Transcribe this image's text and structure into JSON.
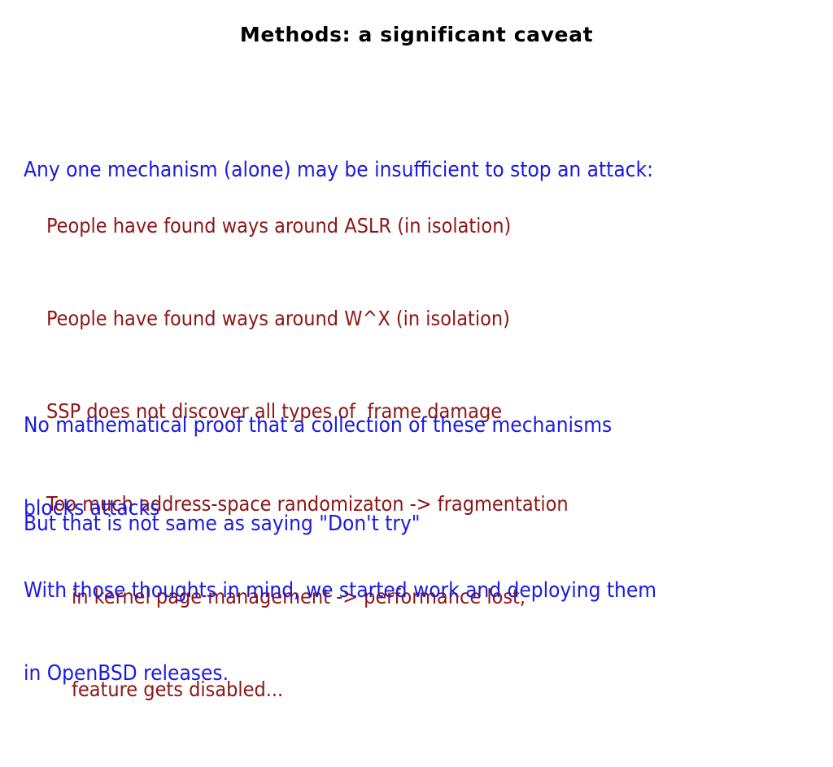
{
  "slide": {
    "title": "Methods: a significant caveat",
    "background_color": "#ffffff",
    "title_color": "#000000",
    "accent_blue": "#1a1ae2",
    "accent_red": "#8c1616",
    "intro": "Any one mechanism (alone) may be insufficient to stop an attack:",
    "caveats": [
      "People have found ways around ASLR (in isolation)",
      "People have found ways around W^X (in isolation)",
      "SSP does not discover all types of  frame damage",
      "Too much address-space randomizaton -> fragmentation",
      "in kernel page management -> performance lost,",
      "feature gets disabled..."
    ],
    "no_proof": [
      "No mathematical proof that a collection of these mechanisms",
      "blocks attacks"
    ],
    "but_statement": [
      "But that is not same as saying \"Don't try\""
    ],
    "closing": [
      "With those thoughts in mind, we started work and deploying them",
      "in OpenBSD releases."
    ]
  }
}
